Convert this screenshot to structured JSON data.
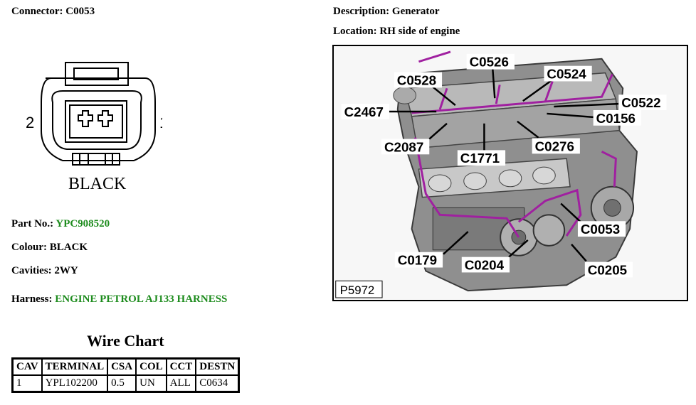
{
  "connector": {
    "label": "Connector:",
    "value": "C0053"
  },
  "description": {
    "label": "Description:",
    "value": "Generator"
  },
  "location": {
    "label": "Location:",
    "value": "RH side of engine"
  },
  "diagram": {
    "pin_left": "2",
    "pin_right": "1",
    "colour_text": "BLACK"
  },
  "part_no": {
    "label": "Part No.:",
    "value": "YPC908520"
  },
  "colour": {
    "label": "Colour:",
    "value": "BLACK"
  },
  "cavities": {
    "label": "Cavities:",
    "value": "2WY"
  },
  "harness": {
    "label": "Harness:",
    "value": "ENGINE PETROL AJ133 HARNESS"
  },
  "wire_chart": {
    "title": "Wire Chart",
    "headers": [
      "CAV",
      "TERMINAL",
      "CSA",
      "COL",
      "CCT",
      "DESTN"
    ],
    "rows": [
      [
        "1",
        "YPL102200",
        "0.5",
        "UN",
        "ALL",
        "C0634"
      ]
    ]
  },
  "engine_image": {
    "ref": "P5972",
    "connectors": [
      "C0526",
      "C0528",
      "C0524",
      "C2467",
      "C0522",
      "C0156",
      "C2087",
      "C1771",
      "C0276",
      "C0053",
      "C0179",
      "C0204",
      "C0205"
    ]
  },
  "colors": {
    "link_green": "#1e8c1e",
    "harness_purple": "#a020a0",
    "engine_gray": "#8a8a8a"
  }
}
